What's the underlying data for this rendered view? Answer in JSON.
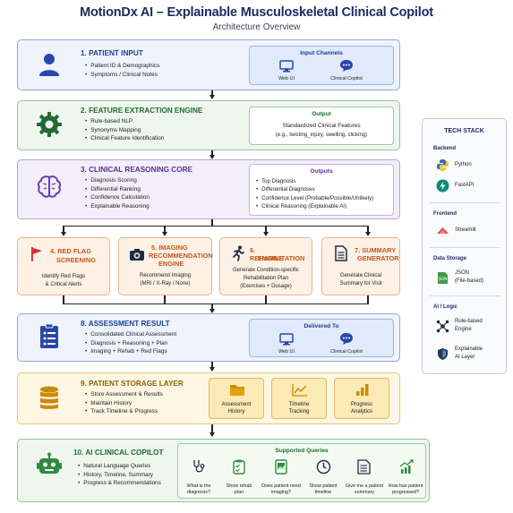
{
  "title": "MotionDx AI – Explainable Musculoskeletal Clinical Copilot",
  "subtitle": "Architecture Overview",
  "sections": {
    "patient_input": {
      "title": "1. PATIENT INPUT",
      "bullets": [
        "Patient ID & Demographics",
        "Symptoms / Clinical Notes"
      ],
      "channels_title": "Input Channels",
      "channels": [
        "Web UI",
        "Clinical Copilot"
      ]
    },
    "feature_extraction": {
      "title": "2. FEATURE EXTRACTION ENGINE",
      "bullets": [
        "Rule-based NLP",
        "Synonyms Mapping",
        "Clinical Feature Identification"
      ],
      "output_title": "Output",
      "output_line1": "Standardized Clinical Features",
      "output_line2": "(e.g., twisting_injury, swelling, clicking)"
    },
    "clinical_reasoning": {
      "title": "3. CLINICAL REASONING CORE",
      "bullets": [
        "Diagnosis Scoring",
        "Differential Ranking",
        "Confidence Calculation",
        "Explainable Reasoning"
      ],
      "outputs_title": "Outputs",
      "outputs": [
        "Top Diagnosis",
        "Differential Diagnoses",
        "Confidence Level (Probable/Possible/Unlikely)",
        "Clinical Reasoning (Explainable AI)"
      ]
    },
    "red_flag": {
      "title_line1": "4. RED FLAG",
      "title_line2": "SCREENING",
      "desc_line1": "Identify Red Flags",
      "desc_line2": "& Critical Alerts"
    },
    "imaging": {
      "title_line1": "5. IMAGING",
      "title_line2": "RECOMMENDATION",
      "title_line3": "ENGINE",
      "desc_line1": "Recommend Imaging",
      "desc_line2": "(MRI / X-Ray / None)"
    },
    "rehab": {
      "title_line1": "6. REHABILITATION",
      "title_line2": "ENGINE",
      "desc_line1": "Generate Condition-specific",
      "desc_line2": "Rehabilitation Plan",
      "desc_line3": "(Exercises + Dosage)"
    },
    "summary": {
      "title_line1": "7. SUMMARY",
      "title_line2": "GENERATOR",
      "desc_line1": "Generate Clinical",
      "desc_line2": "Summary for Visit"
    },
    "assessment": {
      "title": "8. ASSESSMENT RESULT",
      "bullets": [
        "Consolidated Clinical Assessment",
        "Diagnosis + Reasoning + Plan",
        "Imaging + Rehab + Red Flags"
      ],
      "delivered_title": "Delivered To",
      "channels": [
        "Web UI",
        "Clinical Copilot"
      ]
    },
    "storage": {
      "title": "9. PATIENT STORAGE LAYER",
      "bullets": [
        "Store Assessment & Results",
        "Maintain History",
        "Track Timeline & Progress"
      ],
      "cards": [
        {
          "line1": "Assessment",
          "line2": "History"
        },
        {
          "line1": "Timeline",
          "line2": "Tracking"
        },
        {
          "line1": "Progress",
          "line2": "Analytics"
        }
      ]
    },
    "copilot": {
      "title": "10. AI CLINICAL COPILOT",
      "bullets": [
        "Natural Language Queries",
        "History, Timeline, Summary",
        "Progress & Recommendations"
      ],
      "queries_title": "Supported Queries",
      "queries": [
        {
          "line1": "What is the",
          "line2": "diagnosis?"
        },
        {
          "line1": "Show rehab",
          "line2": "plan"
        },
        {
          "line1": "Does patient need",
          "line2": "imaging?"
        },
        {
          "line1": "Show patient",
          "line2": "timeline"
        },
        {
          "line1": "Give me a patient",
          "line2": "summary"
        },
        {
          "line1": "How has patient",
          "line2": "progressed?"
        }
      ]
    }
  },
  "tech_stack": {
    "title": "TECH STACK",
    "backend_label": "Backend",
    "python": "Python",
    "fastapi": "FastAPI",
    "frontend_label": "Frontend",
    "streamlit": "Streamlit",
    "storage_label": "Data Storage",
    "json_line1": "JSON",
    "json_line2": "(File-based)",
    "ai_label": "AI / Logic",
    "rule_line1": "Rule-based",
    "rule_line2": "Engine",
    "xai_line1": "Explainable",
    "xai_line2": "AI Layer"
  },
  "colors": {
    "blue": "#1e3f91",
    "green": "#1f6a36",
    "purple": "#5a2f93",
    "orange": "#c4561a",
    "yellow": "#8c6305"
  }
}
